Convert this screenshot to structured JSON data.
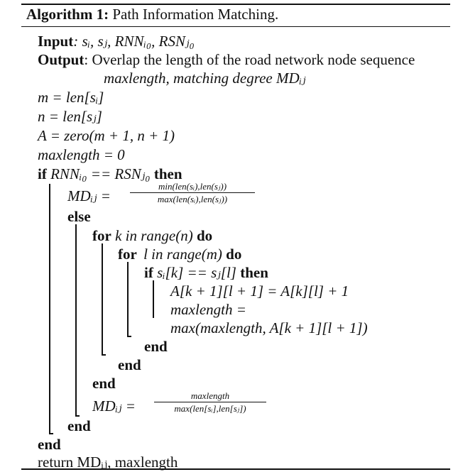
{
  "algorithm": {
    "label": "Algorithm 1:",
    "title": "Path Information Matching."
  },
  "lines": {
    "input_kw": "Input",
    "input_text": ": sᵢ, sⱼ, RNNᵢ₀, RSNⱼ₀",
    "output_kw": "Output",
    "output_text": ": Overlap the length of the road network node sequence",
    "output_text2": "maxlength, matching degree MDᵢⱼ",
    "l1": "m = len[sᵢ]",
    "l2": "n = len[sⱼ]",
    "l3": "A = zero(m + 1, n + 1)",
    "l4": "maxlength = 0",
    "if_kw": "if",
    "if_cond": "RNNᵢ₀ == RSNⱼ₀",
    "then_kw": "then",
    "md1_lhs": "MDᵢⱼ =",
    "md1_num": "min(len(sᵢ),len(sⱼ))",
    "md1_den": "max(len(sᵢ),len(sⱼ))",
    "else_kw": "else",
    "for_kw": "for",
    "for1_cond": "k in range(n)",
    "do_kw": "do",
    "for2_cond": "l in range(m)",
    "if2_cond": "sᵢ[k] == sⱼ[l]",
    "assign1": "A[k + 1][l + 1] = A[k][l] + 1",
    "assign2a": "maxlength =",
    "assign2b": "max(maxlength, A[k + 1][l + 1])",
    "end_kw": "end",
    "md2_lhs": "MDᵢⱼ =",
    "md2_num": "maxlength",
    "md2_den": "max(len[sᵢ],len[sⱼ])",
    "return_text": "return MDᵢⱼ, maxlength"
  }
}
